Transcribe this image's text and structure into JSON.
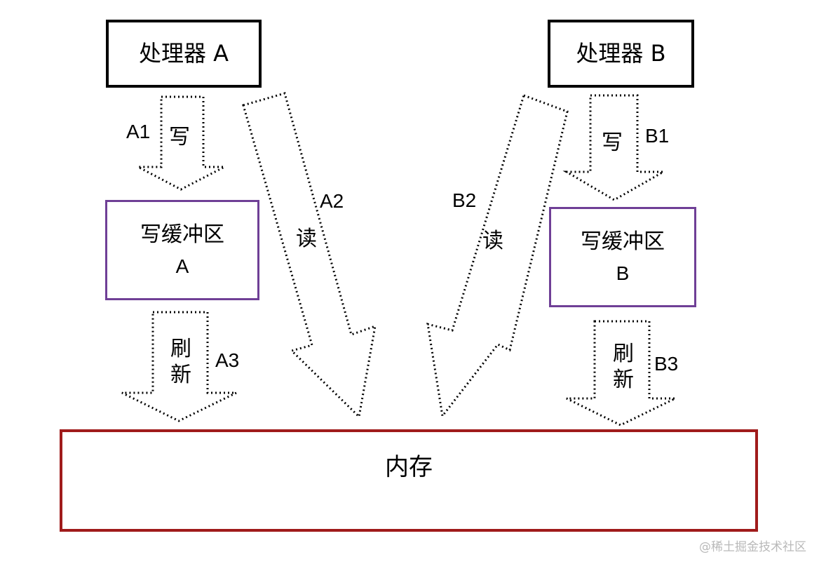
{
  "processors": {
    "a": "处理器 A",
    "b": "处理器 B"
  },
  "buffers": {
    "a": {
      "title": "写缓冲区",
      "id": "A"
    },
    "b": {
      "title": "写缓冲区",
      "id": "B"
    }
  },
  "memory": {
    "label": "内存"
  },
  "arrows": {
    "a1": {
      "code": "A1",
      "action": "写"
    },
    "a2": {
      "code": "A2",
      "action": "读"
    },
    "a3": {
      "code": "A3",
      "action_line1": "刷",
      "action_line2": "新"
    },
    "b1": {
      "code": "B1",
      "action": "写"
    },
    "b2": {
      "code": "B2",
      "action": "读"
    },
    "b3": {
      "code": "B3",
      "action_line1": "刷",
      "action_line2": "新"
    }
  },
  "watermark": "@稀土掘金技术社区"
}
